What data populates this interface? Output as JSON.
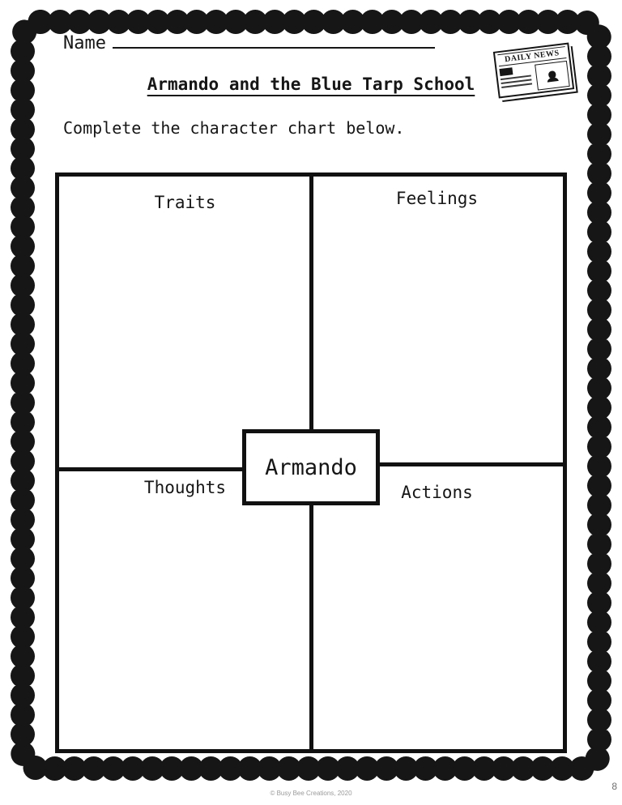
{
  "page": {
    "name_label": "Name",
    "title": "Armando and the Blue Tarp School",
    "instruction": "Complete the character chart below.",
    "footer": "© Busy Bee Creations, 2020",
    "page_number": "8"
  },
  "newspaper": {
    "masthead": "DAILY NEWS"
  },
  "chart": {
    "center_label": "Armando",
    "quadrants": [
      {
        "label": "Traits"
      },
      {
        "label": "Feelings"
      },
      {
        "label": "Thoughts"
      },
      {
        "label": "Actions"
      }
    ]
  },
  "colors": {
    "ink": "#161616",
    "muted": "#9a9a9a"
  }
}
